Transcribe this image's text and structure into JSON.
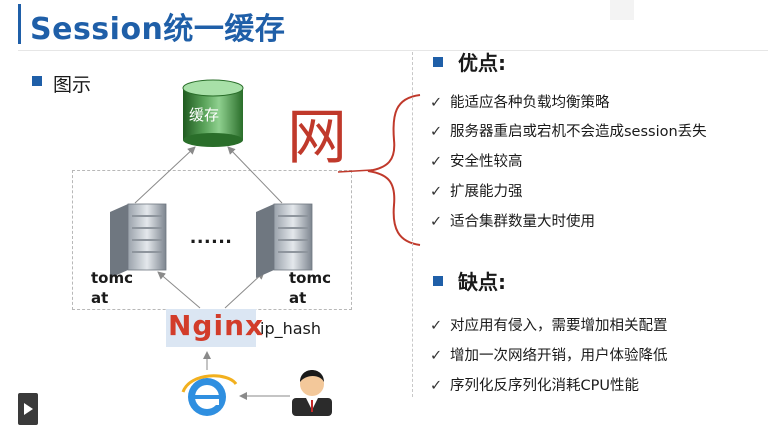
{
  "slide": {
    "title": "Session统一缓存",
    "diagram_label": "图示"
  },
  "diagram": {
    "cache_label": "缓存",
    "server_left_label": "tomcat",
    "server_right_label": "tomcat",
    "ellipsis": "......",
    "nginx_label": "Nginx",
    "strategy_label": "ip_hash",
    "handwriting": "网"
  },
  "pros": {
    "title": "优点:",
    "items": [
      "能适应各种负载均衡策略",
      "服务器重启或宕机不会造成session丢失",
      "安全性较高",
      "扩展能力强",
      "适合集群数量大时使用"
    ]
  },
  "cons": {
    "title": "缺点:",
    "items": [
      "对应用有侵入，需要增加相关配置",
      "增加一次网络开销，用户体验降低",
      "序列化反序列化消耗CPU性能"
    ]
  },
  "colors": {
    "accent": "#1f5fa8",
    "nginx": "#d23c2a",
    "ink": "#c0392b",
    "cache": "#2f6e2f"
  },
  "icons": {
    "check": "✓",
    "play": "play-icon"
  }
}
